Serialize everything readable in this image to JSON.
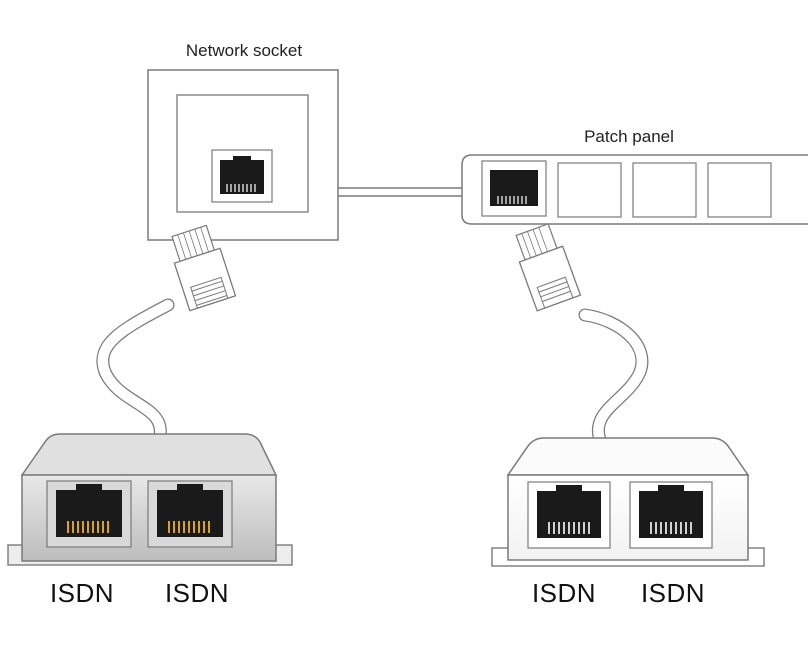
{
  "labels": {
    "network_socket": "Network socket",
    "patch_panel": "Patch panel",
    "left_port_1": "ISDN",
    "left_port_2": "ISDN",
    "right_port_1": "ISDN",
    "right_port_2": "ISDN"
  },
  "colors": {
    "outline": "#7a7a7a",
    "device_fill": "#ffffff",
    "left_splitter_fill": "#cfcfcf",
    "port_black": "#1a1a1a",
    "gold_pins": "#d9a520",
    "white_pins": "#ffffff"
  }
}
